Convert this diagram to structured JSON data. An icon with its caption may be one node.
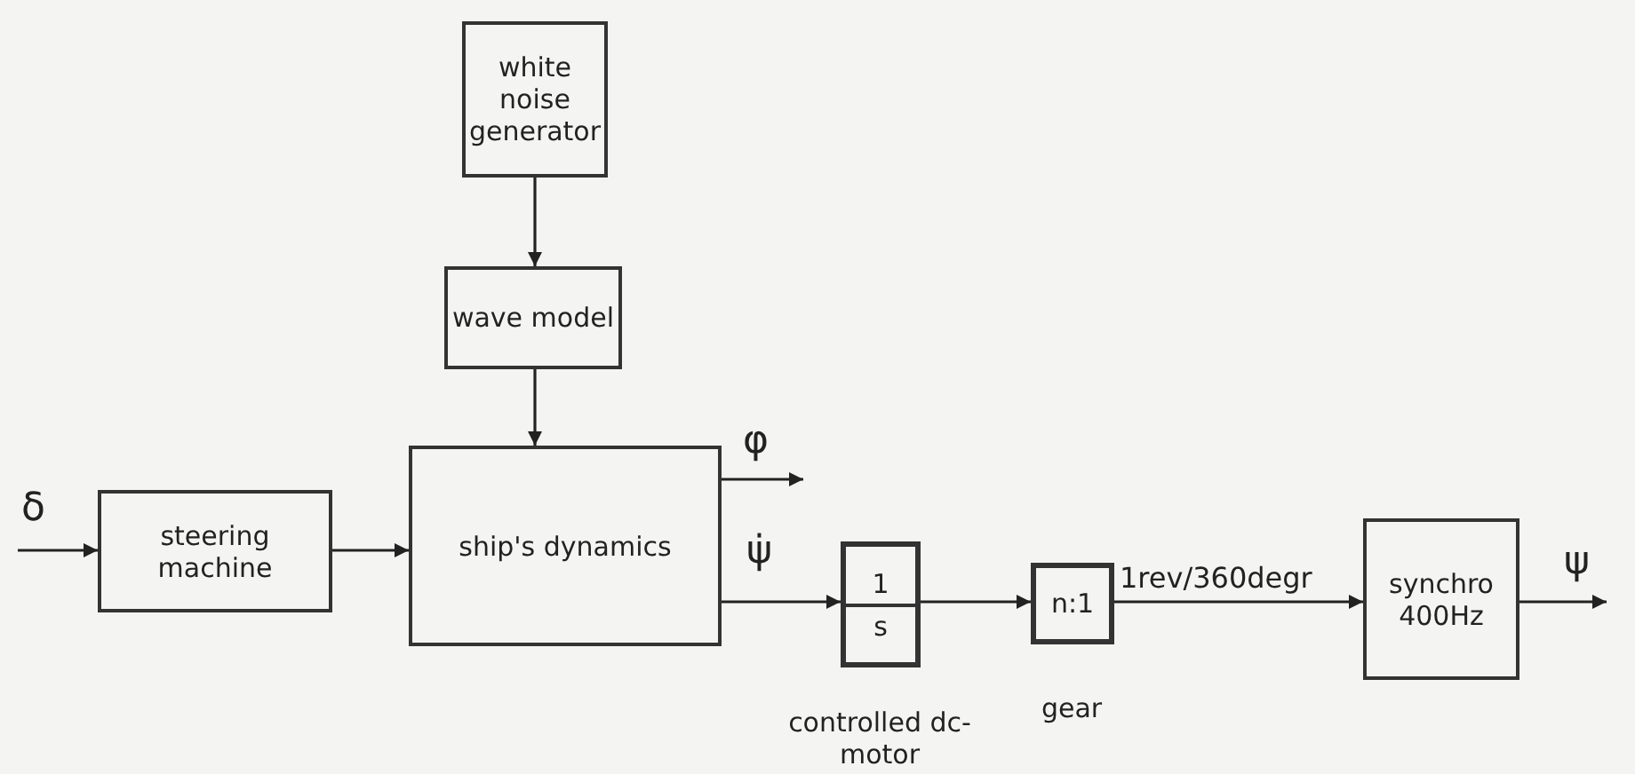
{
  "diagram": {
    "nodes": [
      {
        "text": [
          "white noise generator"
        ]
      },
      {
        "text": [
          "wave model"
        ]
      },
      {
        "text": [
          "steering machine"
        ]
      },
      {
        "text": [
          "ship's dynamics"
        ]
      },
      {
        "text": [
          "1",
          "s"
        ],
        "beside": [
          "controlled dc-motor"
        ]
      },
      {
        "text": [
          "n:1"
        ],
        "beside": [
          "gear"
        ]
      },
      {
        "text": [
          "synchro 400Hz"
        ]
      }
    ],
    "edges": [
      {
        "from": null,
        "to": 2,
        "arrow": "to",
        "label": "δ"
      },
      {
        "from": 2,
        "to": 3,
        "arrow": "to"
      },
      {
        "from": 0,
        "to": 1,
        "arrow": "to"
      },
      {
        "from": 1,
        "to": 3,
        "arrow": "to"
      },
      {
        "from": 3,
        "to": null,
        "arrow": "to",
        "label": "φ"
      },
      {
        "from": 3,
        "to": 4,
        "arrow": "to",
        "label": "ψ̇"
      },
      {
        "from": 4,
        "to": 5,
        "arrow": "to"
      },
      {
        "from": 5,
        "to": 6,
        "arrow": "to",
        "label": "1rev/360degr"
      },
      {
        "from": 6,
        "to": null,
        "arrow": "to",
        "label": "ψ"
      }
    ]
  }
}
